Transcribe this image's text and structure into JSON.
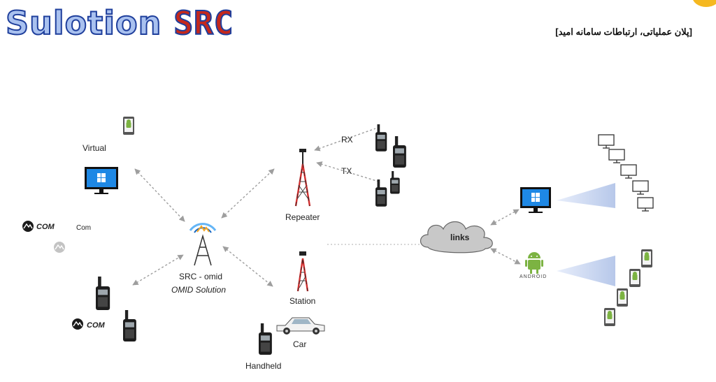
{
  "header": {
    "brand_part1": "Sulotion",
    "brand_part2": "SRC",
    "subtitle_fa": "[پلان عملیاتی، ارتباطات سامانه امید]"
  },
  "labels": {
    "virtual": "Virtual",
    "com": "Com",
    "icom_logo": "COM",
    "hub_name": "SRC - omid",
    "hub_solution": "OMID Solution",
    "repeater": "Repeater",
    "rx": "RX",
    "tx": "TX",
    "station": "Station",
    "car": "Car",
    "handheld": "Handheld",
    "links": "links",
    "android": "ANDROID"
  },
  "colors": {
    "windows_blue": "#1e88e5",
    "android_green": "#7cb342",
    "tower_red": "#d32f2f",
    "link_gray": "#9e9e9e",
    "beam_blue": "#c5d3ee"
  },
  "icons": [
    "android-phone-icon",
    "windows-monitor-icon",
    "icom-logo-icon",
    "radio-icon",
    "omid-hub-icon",
    "repeater-tower-icon",
    "station-tower-icon",
    "car-icon",
    "cloud-icon",
    "monitor-icon",
    "android-logo-icon"
  ]
}
